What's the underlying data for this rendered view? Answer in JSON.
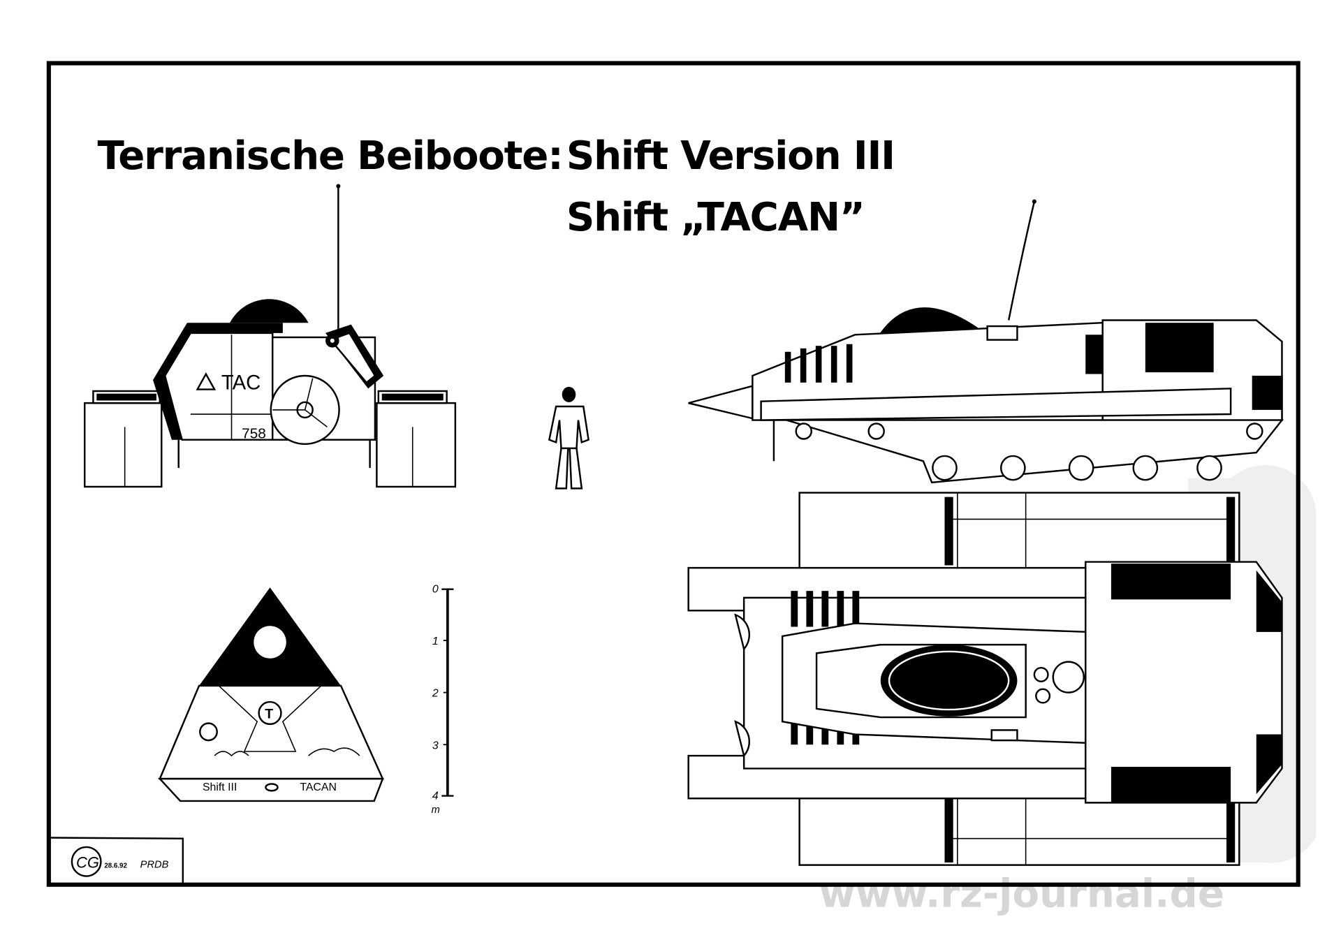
{
  "title": {
    "line1_left": "Terranische Beiboote:",
    "line1_right": "Shift Version III",
    "line2": "Shift „TACAN”"
  },
  "front_view": {
    "hull_lettering": "TAC",
    "hull_number": "758"
  },
  "emblem": {
    "center_letter": "T",
    "left_label": "Shift III",
    "right_label": "TACAN"
  },
  "scale_bar": {
    "ticks": [
      "0",
      "1",
      "2",
      "3",
      "4"
    ],
    "unit": "m"
  },
  "signature_box": {
    "monogram": "CG",
    "date": "28.6.92",
    "signature": "PRDB"
  },
  "watermark": {
    "url": "www.rz-journal.de",
    "color": "#d6d6d6"
  }
}
